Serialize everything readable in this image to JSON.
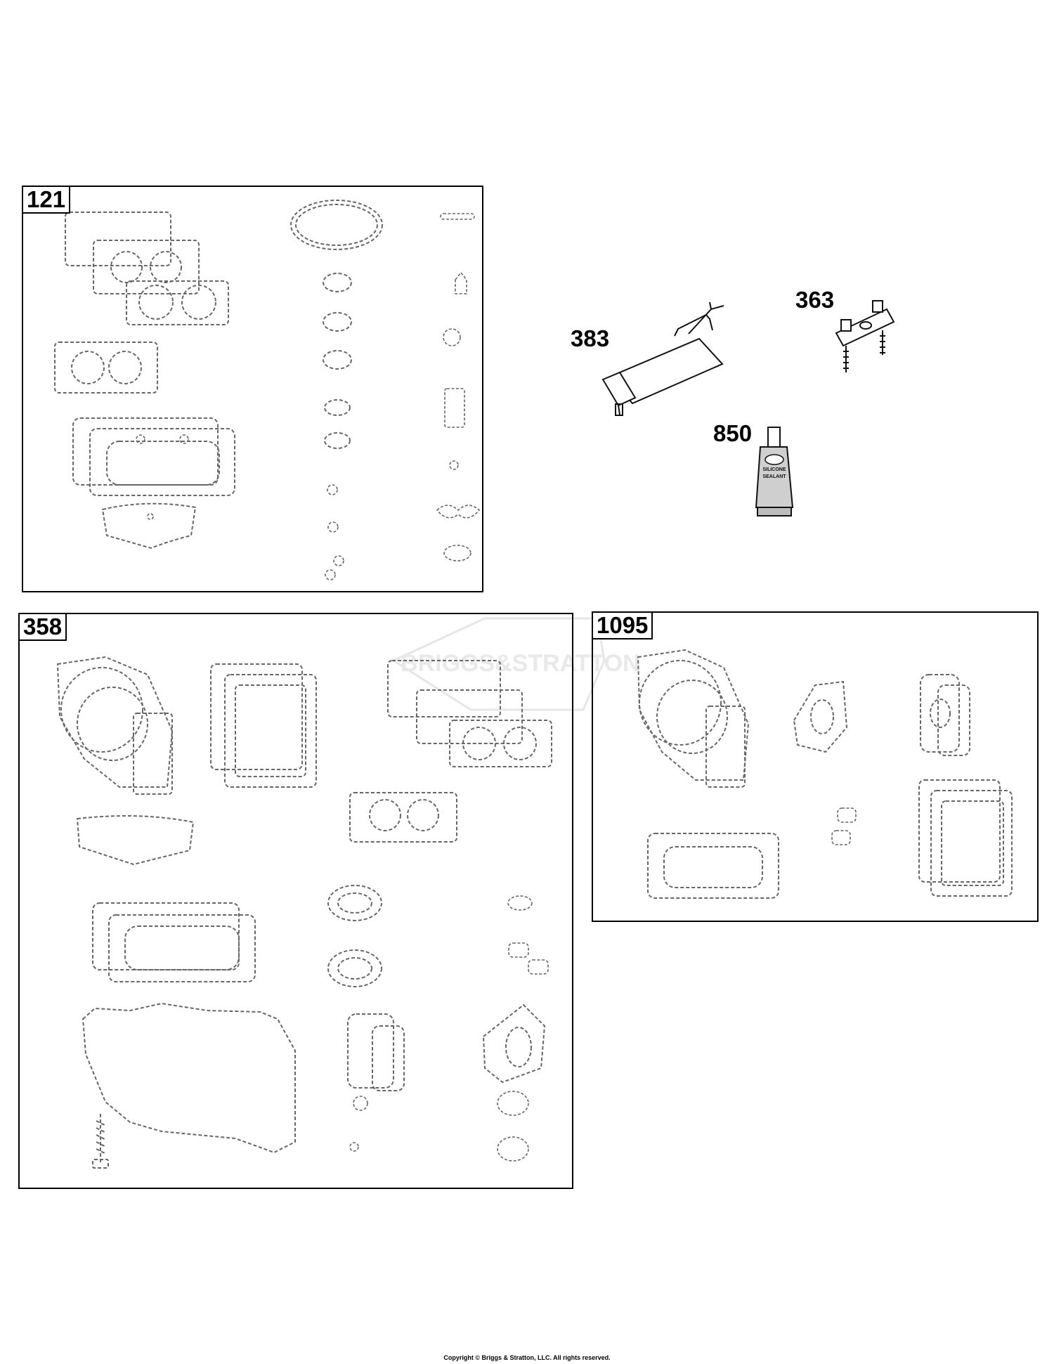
{
  "kits": [
    {
      "id": "121"
    },
    {
      "id": "358"
    },
    {
      "id": "1095"
    }
  ],
  "callouts": [
    {
      "id": "383"
    },
    {
      "id": "363"
    },
    {
      "id": "850"
    }
  ],
  "tube_label": {
    "line1": "SILICONE",
    "line2": "SEALANT"
  },
  "watermark": {
    "text": "BRIGGS&STRATTON"
  },
  "copyright": "Copyright © Briggs & Stratton, LLC. All rights reserved.",
  "colors": {
    "line": "#000000",
    "dashed_part": "#666666",
    "background": "#ffffff"
  }
}
